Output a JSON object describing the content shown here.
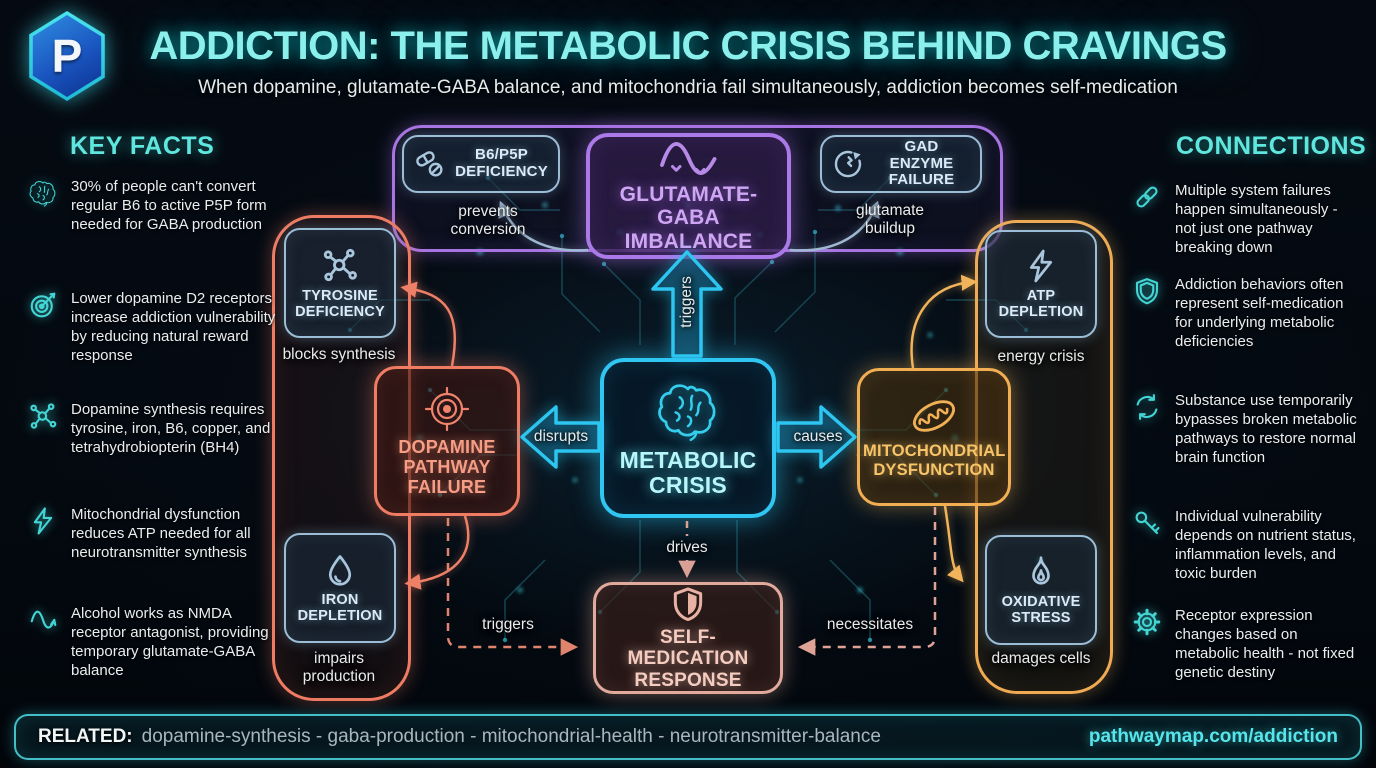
{
  "header": {
    "logo_letter": "P",
    "title": "ADDICTION: THE METABOLIC CRISIS BEHIND CRAVINGS",
    "subtitle": "When dopamine, glutamate-GABA balance, and mitochondria fail simultaneously, addiction becomes self-medication"
  },
  "key_facts": {
    "heading": "KEY FACTS",
    "items": [
      {
        "icon": "brain-icon",
        "text": "30% of people can't convert regular B6 to active P5P form needed for GABA production"
      },
      {
        "icon": "dart-target-icon",
        "text": "Lower dopamine D2 receptors increase addiction vulnerability by reducing natural reward response"
      },
      {
        "icon": "molecule-icon",
        "text": "Dopamine synthesis requires tyrosine, iron, B6, copper, and tetrahydrobiopterin (BH4)"
      },
      {
        "icon": "lightning-icon",
        "text": "Mitochondrial dysfunction reduces ATP needed for all neurotransmitter synthesis"
      },
      {
        "icon": "wave-icon",
        "text": "Alcohol works as NMDA receptor antagonist, providing temporary glutamate-GABA balance"
      }
    ]
  },
  "connections": {
    "heading": "CONNECTIONS",
    "items": [
      {
        "icon": "chain-link-icon",
        "text": "Multiple system failures happen simultaneously - not just one pathway breaking down"
      },
      {
        "icon": "shield-icon",
        "text": "Addiction behaviors often represent self-medication for underlying metabolic deficiencies"
      },
      {
        "icon": "refresh-icon",
        "text": "Substance use temporarily bypasses broken metabolic pathways to restore normal brain function"
      },
      {
        "icon": "key-icon",
        "text": "Individual vulnerability depends on nutrient status, inflammation levels, and toxic burden"
      },
      {
        "icon": "gear-icon",
        "text": "Receptor expression changes based on metabolic health - not fixed genetic destiny"
      }
    ]
  },
  "diagram": {
    "nodes": {
      "metabolic": {
        "label": "METABOLIC CRISIS",
        "icon": "brain-icon"
      },
      "glutamate": {
        "label": "GLUTAMATE-GABA IMBALANCE",
        "icon": "wave-icon"
      },
      "b6": {
        "label": "B6/P5P DEFICIENCY",
        "icon": "pills-icon"
      },
      "gad": {
        "label": "GAD ENZYME FAILURE",
        "icon": "broken-enzyme-icon"
      },
      "dopamine": {
        "label": "DOPAMINE PATHWAY FAILURE",
        "icon": "crosshair-target-icon"
      },
      "tyrosine": {
        "label": "TYROSINE DEFICIENCY",
        "icon": "molecule-icon"
      },
      "iron": {
        "label": "IRON DEPLETION",
        "icon": "droplet-icon"
      },
      "mito": {
        "label": "MITOCHONDRIAL DYSFUNCTION",
        "icon": "mitochondria-icon"
      },
      "atp": {
        "label": "ATP DEPLETION",
        "icon": "lightning-icon"
      },
      "oxidative": {
        "label": "OXIDATIVE STRESS",
        "icon": "flame-icon"
      },
      "selfmed": {
        "label": "SELF-MEDICATION RESPONSE",
        "icon": "shield-icon"
      }
    },
    "edge_labels": {
      "triggers_up": "triggers",
      "disrupts": "disrupts",
      "causes": "causes",
      "drives": "drives",
      "prevents_conversion": "prevents conversion",
      "glutamate_buildup": "glutamate buildup",
      "blocks_synthesis": "blocks synthesis",
      "impairs_production": "impairs production",
      "energy_crisis": "energy crisis",
      "damages_cells": "damages cells",
      "triggers_dashed": "triggers",
      "necessitates": "necessitates"
    }
  },
  "footer": {
    "related_label": "RELATED:",
    "related_items": "dopamine-synthesis - gaba-production - mitochondrial-health - neurotransmitter-balance",
    "url": "pathwaymap.com/addiction"
  },
  "colors": {
    "accent_cyan": "#2fc6f2",
    "heading_cyan": "#5fe6de",
    "purple": "#ab7ae8",
    "salmon": "#ef7c63",
    "orange": "#f2ae52",
    "steel_blue": "#9cbdd6",
    "rose": "#e2aa9c",
    "text_light": "#eaeeef"
  }
}
